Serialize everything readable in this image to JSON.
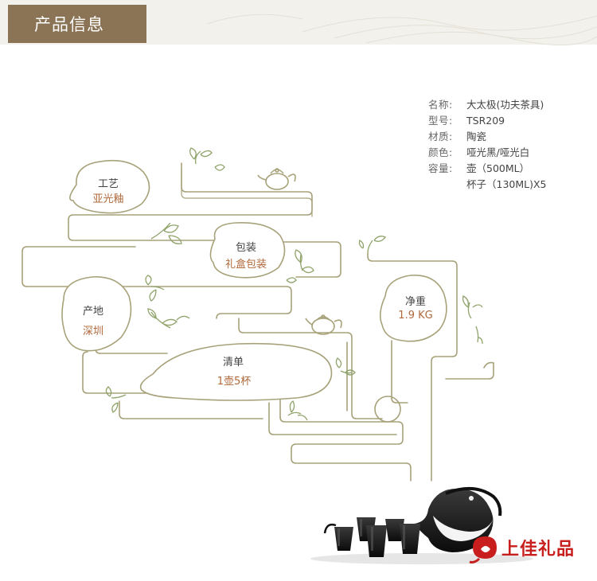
{
  "header": {
    "title": "产品信息"
  },
  "specs": [
    {
      "label": "名称:",
      "value": "大太极(功夫茶具)"
    },
    {
      "label": "型号:",
      "value": "TSR209"
    },
    {
      "label": "材质:",
      "value": "陶瓷"
    },
    {
      "label": "颜色:",
      "value": "哑光黑/哑光白"
    },
    {
      "label": "容量:",
      "value": "壶（500ML）"
    },
    {
      "label": "",
      "value": "杯子（130ML)X5"
    }
  ],
  "bubbles": {
    "craft": {
      "title": "工艺",
      "value": "亚光釉"
    },
    "packaging": {
      "title": "包装",
      "value": "礼盒包装"
    },
    "origin": {
      "title": "产地",
      "value": "深圳"
    },
    "weight": {
      "title": "净重",
      "value": "1.9 KG"
    },
    "list": {
      "title": "清单",
      "value": "1壶5杯"
    }
  },
  "logo": {
    "text": "上佳礼品"
  },
  "colors": {
    "header_bg": "#8b7356",
    "line": "#a8a27a",
    "value_text": "#b0683a",
    "leaf": "#8fa36a"
  }
}
